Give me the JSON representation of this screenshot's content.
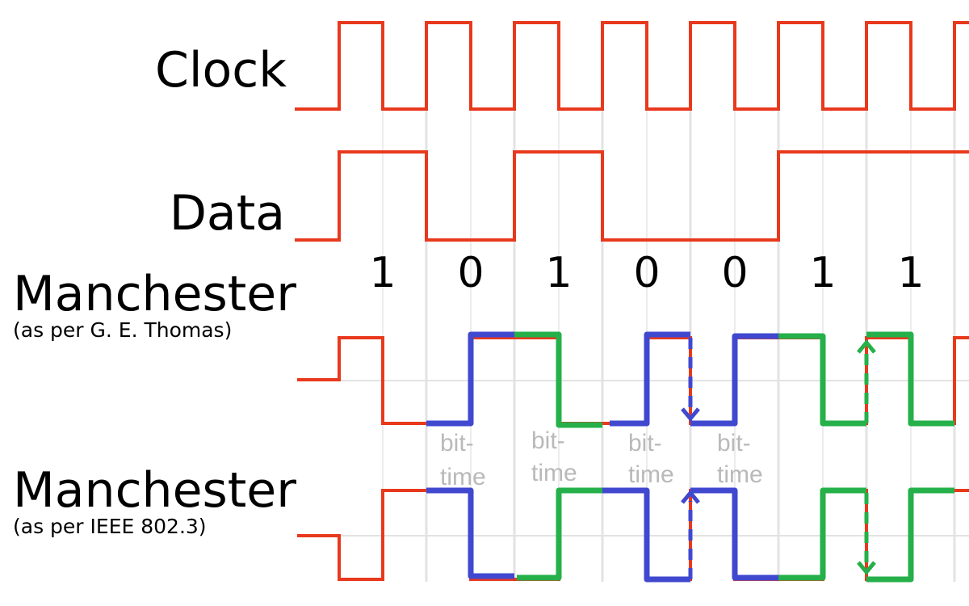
{
  "labels": {
    "clock": "Clock",
    "data": "Data",
    "manchester_thomas": "Manchester",
    "manchester_thomas_sub": "(as per G. E. Thomas)",
    "manchester_ieee": "Manchester",
    "manchester_ieee_sub": "(as per IEEE 802.3)"
  },
  "bits": [
    "1",
    "0",
    "1",
    "0",
    "0",
    "1",
    "1"
  ],
  "bit_time_labels": [
    {
      "line1": "bit-",
      "line2": "time"
    },
    {
      "line1": "bit-",
      "line2": "time"
    },
    {
      "line1": "bit-",
      "line2": "time"
    },
    {
      "line1": "bit-",
      "line2": "time"
    }
  ],
  "colors": {
    "signal": "#e8391d",
    "highlight_blue": "#4048d0",
    "highlight_green": "#25b04a",
    "grid": "#e3e3e3",
    "bit_time_text": "#b9b9b9"
  }
}
